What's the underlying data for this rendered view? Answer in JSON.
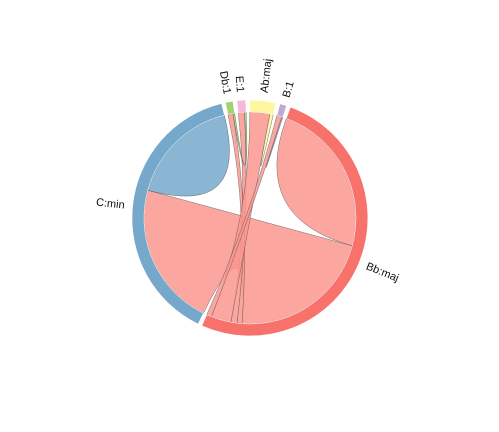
{
  "chord_diagram": {
    "groups": [
      {
        "label": "Bb:maj",
        "color": "#f8716b",
        "value": 62
      },
      {
        "label": "C:min",
        "color": "#75a8cb",
        "value": 46
      },
      {
        "label": "Db:1",
        "color": "#a4d36e",
        "value": 1.2
      },
      {
        "label": "E:1",
        "color": "#f8b6d8",
        "value": 1.5
      },
      {
        "label": "Ab:maj",
        "color": "#fef6a0",
        "value": 4.2
      },
      {
        "label": "B:1",
        "color": "#c3a8d3",
        "value": 1.1
      }
    ],
    "matrix": [
      [
        28.0,
        26.0,
        0.9,
        1.1,
        3.6,
        0.9
      ],
      [
        26.0,
        20.0,
        0.0,
        0.0,
        0.0,
        0.0
      ],
      [
        0.9,
        0.0,
        0.0,
        0.3,
        0.0,
        0.0
      ],
      [
        1.1,
        0.0,
        0.3,
        0.0,
        0.0,
        0.0
      ],
      [
        3.6,
        0.0,
        0.0,
        0.0,
        0.6,
        0.0
      ],
      [
        0.9,
        0.0,
        0.0,
        0.0,
        0.0,
        0.2
      ]
    ],
    "ribbon_color": "#fa968e"
  }
}
